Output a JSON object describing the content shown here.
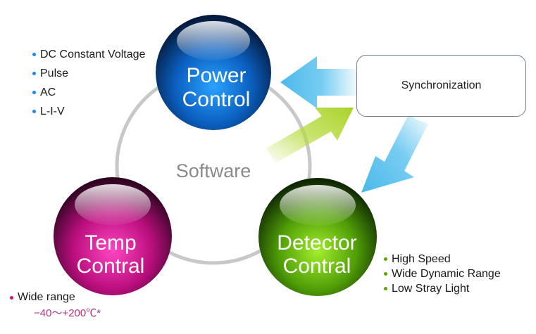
{
  "center_label": "Software",
  "synchronization": {
    "label": "Synchronization"
  },
  "nodes": {
    "power": {
      "line1": "Power",
      "line2": "Control",
      "color": "#1565c0"
    },
    "temp": {
      "line1": "Temp",
      "line2": "Contral",
      "color": "#c2157a"
    },
    "detector": {
      "line1": "Detector",
      "line2": "Contral",
      "color": "#5aa800"
    }
  },
  "power_features": {
    "bullet_color": "#1e88e5",
    "items": [
      "DC  Constant Voltage",
      "Pulse",
      "AC",
      "L-I-V"
    ]
  },
  "temp_features": {
    "bullet_color": "#c2157a",
    "items": [
      "Wide range"
    ],
    "range": "−40～+200℃*"
  },
  "detector_features": {
    "bullet_color": "#5aa800",
    "items": [
      "High Speed",
      "Wide Dynamic Range",
      "Low Stray Light"
    ]
  },
  "colors": {
    "ring": "#c8c8c8",
    "arrow_blue": "#55c0ee",
    "arrow_green": "#b6db3c",
    "range_text": "#b0307c"
  }
}
